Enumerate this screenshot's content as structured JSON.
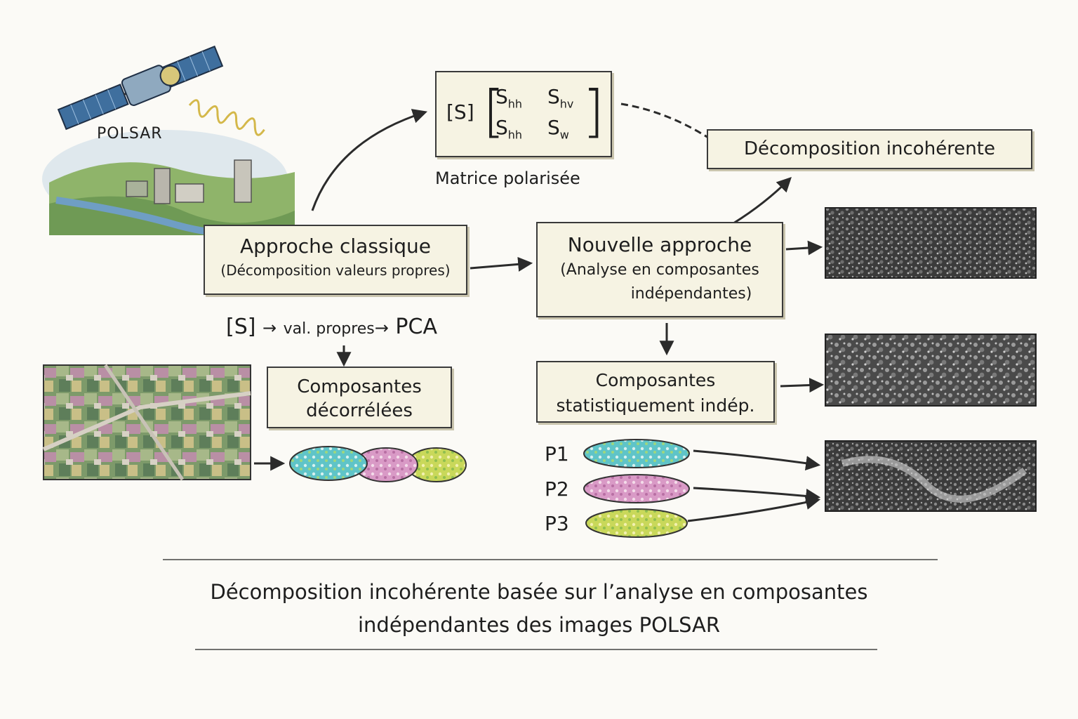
{
  "satellite_label": "POLSAR",
  "matrix": {
    "prefix": "[S]",
    "s11": "S",
    "s11_sub": "hh",
    "s12": "S",
    "s12_sub": "hv",
    "s21": "S",
    "s21_sub": "hh",
    "s22": "S",
    "s22_sub": "w",
    "caption": "Matrice polarisée"
  },
  "decomposition_box": "Décomposition incohérente",
  "classic_box": {
    "title": "Approche classique",
    "subtitle": "(Décomposition valeurs propres)"
  },
  "classic_flow": {
    "s": "[S]",
    "arrow": "→",
    "valeurs": "val. propres",
    "arrow2": "→",
    "pca": "PCA"
  },
  "decorrelated_box": {
    "line1": "Composantes",
    "line2": "décorrélées"
  },
  "new_box": {
    "title": "Nouvelle approche",
    "line2": "(Analyse en composantes",
    "line3": "indépendantes)"
  },
  "stat_box": {
    "line1": "Composantes",
    "line2": "statistiquement indép."
  },
  "components": [
    "P1",
    "P2",
    "P3"
  ],
  "caption": {
    "line1": "Décomposition incohérente basée sur l’analyse en composantes",
    "line2": "indépendantes des images POLSAR"
  },
  "colors": {
    "box_fill": "#f6f3e3",
    "ink": "#1e1e1e",
    "teal": "#5fc4c8",
    "pink": "#d99ac6",
    "lime": "#c9d85a"
  }
}
